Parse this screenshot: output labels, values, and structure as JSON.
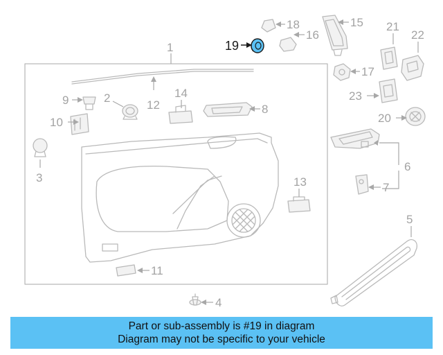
{
  "callouts": {
    "c1": "1",
    "c2": "2",
    "c3": "3",
    "c4": "4",
    "c5": "5",
    "c6": "6",
    "c7": "7",
    "c8": "8",
    "c9": "9",
    "c10": "10",
    "c11": "11",
    "c12": "12",
    "c13": "13",
    "c14": "14",
    "c15": "15",
    "c16": "16",
    "c17": "17",
    "c18": "18",
    "c19": "19",
    "c20": "20",
    "c21": "21",
    "c22": "22",
    "c23": "23"
  },
  "highlight": {
    "part_number": "19",
    "color": "#5bc1f4"
  },
  "banner": {
    "line1": "Part or sub-assembly is #19 in diagram",
    "line2": "Diagram may not be specific to your vehicle",
    "background": "#5bc1f4"
  }
}
